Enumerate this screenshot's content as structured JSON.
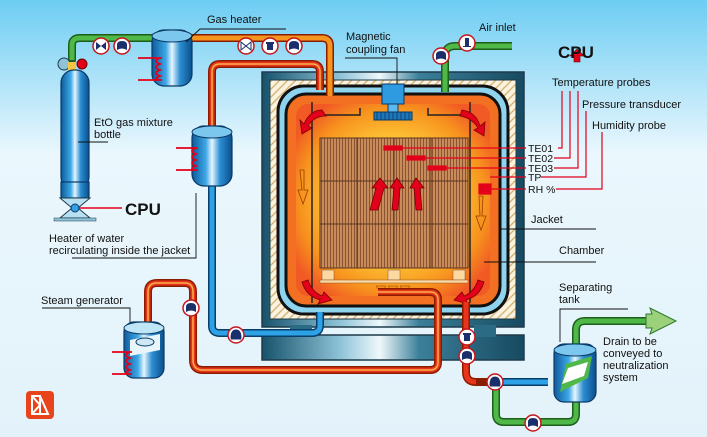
{
  "diagram": {
    "title": "EtO sterilizer process schematic",
    "colors": {
      "background_top": "#6dcdf3",
      "background_bottom": "#e6f4fb",
      "hot_pipe": "#e8341c",
      "hot_pipe_inner": "#f7941d",
      "water_pipe": "#1b8fd6",
      "gas_pipe": "#3a9b35",
      "chamber_hot": "#f36f21",
      "chamber_core": "#fff36b",
      "instrument_red": "#e3001b",
      "logo": "#e8441c"
    },
    "labels": {
      "gas_heater": "Gas heater",
      "magnetic_fan_line1": "Magnetic",
      "magnetic_fan_line2": "coupling fan",
      "air_inlet": "Air inlet",
      "eto_bottle_line1": "EtO gas mixture",
      "eto_bottle_line2": "bottle",
      "cpu_bottle": "CPU",
      "water_heater_line1": "Heater of water",
      "water_heater_line2": "recirculating inside the jacket",
      "steam_generator": "Steam generator",
      "cpu_top": "CPU",
      "temperature_probes": "Temperature probes",
      "pressure_transducer": "Pressure transducer",
      "humidity_probe": "Humidity probe",
      "jacket": "Jacket",
      "chamber": "Chamber",
      "separating_tank_line1": "Separating",
      "separating_tank_line2": "tank",
      "drain_line1": "Drain to be",
      "drain_line2": "conveyed to",
      "drain_line3": "neutralization",
      "drain_line4": "system"
    },
    "probes": [
      {
        "tag": "TE01"
      },
      {
        "tag": "TE02"
      },
      {
        "tag": "TE03"
      },
      {
        "tag": "TP"
      },
      {
        "tag": "RH %"
      }
    ],
    "instruments": [
      {
        "type": "butterfly-valve",
        "line": "gas"
      },
      {
        "type": "pump",
        "line": "gas"
      },
      {
        "type": "butterfly-valve",
        "line": "heated-gas"
      },
      {
        "type": "filter",
        "line": "heated-gas"
      },
      {
        "type": "pump",
        "line": "heated-gas"
      },
      {
        "type": "pump",
        "line": "vacuum"
      },
      {
        "type": "filter",
        "line": "air-inlet"
      },
      {
        "type": "pump",
        "line": "steam"
      },
      {
        "type": "circulator",
        "line": "water"
      },
      {
        "type": "filter",
        "line": "chamber-drain"
      },
      {
        "type": "pump",
        "line": "chamber-drain"
      },
      {
        "type": "circulator",
        "line": "drain"
      },
      {
        "type": "pump",
        "line": "drain"
      }
    ]
  }
}
